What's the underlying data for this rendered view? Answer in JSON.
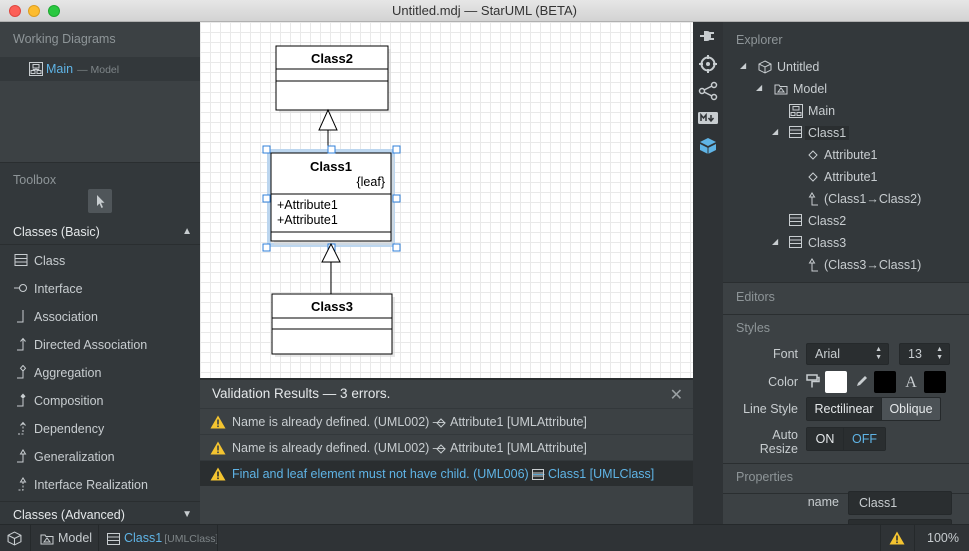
{
  "window": {
    "title": "Untitled.mdj — StarUML (BETA)"
  },
  "working_diagrams": {
    "header": "Working Diagrams",
    "item": {
      "label": "Main",
      "sub": "— Model"
    }
  },
  "toolbox": {
    "header": "Toolbox",
    "categories": [
      {
        "label": "Classes (Basic)",
        "arrow": "▲"
      },
      {
        "label": "Classes (Advanced)",
        "arrow": "▼"
      }
    ],
    "tools": [
      "Class",
      "Interface",
      "Association",
      "Directed Association",
      "Aggregation",
      "Composition",
      "Dependency",
      "Generalization",
      "Interface Realization"
    ]
  },
  "diagram": {
    "classes": [
      {
        "name": "Class2",
        "tag": "",
        "attributes": []
      },
      {
        "name": "Class1",
        "tag": "{leaf}",
        "attributes": [
          "+Attribute1",
          "+Attribute1"
        ]
      },
      {
        "name": "Class3",
        "tag": "",
        "attributes": []
      }
    ]
  },
  "validation": {
    "title": "Validation Results — 3 errors.",
    "close": "✕",
    "rows": [
      {
        "message": "Name is already defined. (UML002) —",
        "element": "Attribute1 [UMLAttribute]"
      },
      {
        "message": "Name is already defined. (UML002) —",
        "element": "Attribute1 [UMLAttribute]"
      },
      {
        "message": "Final and leaf element must not have child. (UML006) —",
        "element": "Class1 [UMLClass]"
      }
    ]
  },
  "explorer": {
    "header": "Explorer",
    "nodes": [
      "Untitled",
      "Model",
      "Main",
      "Class1",
      "Attribute1",
      "Attribute1",
      "(Class1→Class2)",
      "Class2",
      "Class3",
      "(Class3→Class1)"
    ]
  },
  "editors": {
    "header": "Editors",
    "styles_header": "Styles",
    "font_label": "Font",
    "font_value": "Arial",
    "font_size": "13",
    "color_label": "Color",
    "line_style_label": "Line Style",
    "line_style_options": [
      "Rectilinear",
      "Oblique"
    ],
    "auto_resize_label": "Auto\nResize",
    "auto_resize_options": [
      "ON",
      "OFF"
    ],
    "properties_header": "Properties",
    "name_label": "name",
    "name_value": "Class1",
    "colors": {
      "fill": "#ffffff",
      "line": "#000000",
      "font": "#000000",
      "accent": "#5fb4e6"
    }
  },
  "status": {
    "model": "Model",
    "selection": "Class1",
    "selection_type": "[UMLClass]",
    "zoom": "100%"
  }
}
